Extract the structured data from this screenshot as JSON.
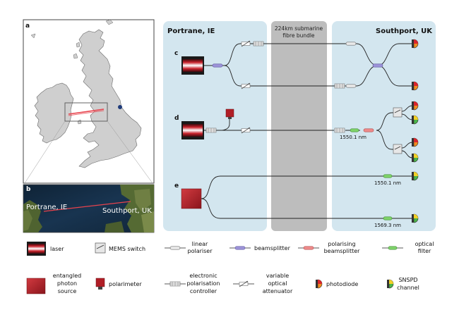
{
  "panels": {
    "a": "a",
    "b": "b",
    "c": "c",
    "d": "d",
    "e": "e"
  },
  "map_labels": {
    "ireland": "Portrane, IE",
    "uk": "Southport, UK"
  },
  "regions": {
    "ie": "Portrane, IE",
    "uk": "Southport, UK",
    "fibre_line1": "224km submarine",
    "fibre_line2": "fibre bundle"
  },
  "filters": {
    "d": "1550.1 nm",
    "e_top": "1550.1 nm",
    "e_bottom": "1569.3 nm"
  },
  "legend": {
    "laser": "laser",
    "mems": "MEMS switch",
    "linear_polariser_1": "linear",
    "linear_polariser_2": "polariser",
    "beamsplitter": "beamsplitter",
    "pbs_1": "polarising",
    "pbs_2": "beamsplitter",
    "filter_1": "optical",
    "filter_2": "filter",
    "eps_1": "entangled",
    "eps_2": "photon",
    "eps_3": "source",
    "polarimeter": "polarimeter",
    "epc_1": "electronic",
    "epc_2": "polarisation",
    "epc_3": "controller",
    "voa_1": "variable",
    "voa_2": "optical",
    "voa_3": "attenuator",
    "photodiode": "photodiode",
    "snspd_1": "SNSPD",
    "snspd_2": "channel"
  },
  "colors": {
    "region_bg": "#d3e6ef",
    "fibre_bg": "#bdbdbd",
    "laser_red": "#c8202a",
    "source_red": "#a51d24",
    "beamsplitter": "#9d93d8",
    "pbs": "#ee8a8a",
    "filter": "#7fd36a",
    "photodiode_orange": "#f08a1f",
    "snspd_green": "#4cb548",
    "link_red": "#e8434d"
  }
}
